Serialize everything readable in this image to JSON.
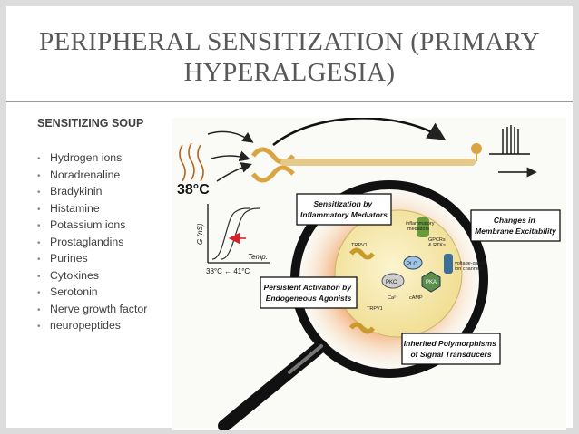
{
  "slide": {
    "title_line1": "PERIPHERAL SENSITIZATION (PRIMARY",
    "title_line2": "HYPERALGESIA)",
    "subhead": "SENSITIZING SOUP",
    "bullets": [
      "Hydrogen ions",
      "Noradrenaline",
      "Bradykinin",
      "Histamine",
      "Potassium ions",
      "Prostaglandins",
      "Purines",
      "Cytokines",
      "Serotonin",
      "Nerve growth factor",
      "neuropeptides"
    ]
  },
  "figure": {
    "temp_big": "38°C",
    "y_axis": "G (nS)",
    "x_axis": "Temp.",
    "temp_range": "38°C ← 41°C",
    "box_sensitization": [
      "Sensitization by",
      "Inflammatory Mediators"
    ],
    "box_excitability": [
      "Changes in",
      "Membrane Excitability"
    ],
    "box_persistent": [
      "Persistent Activation by",
      "Endogeneous Agonists"
    ],
    "box_inherited": [
      "Inherited Polymorphisms",
      "of Signal Transducers"
    ],
    "lbl_inflammatory": [
      "inflammatory",
      "mediators"
    ],
    "lbl_gpcrs": [
      "GPCRs",
      "& RTKs"
    ],
    "lbl_voltage": [
      "voltage-gated",
      "ion channels"
    ],
    "lbl_trpv1_top": "TRPV1",
    "lbl_trpv1_bot": "TRPV1",
    "lbl_pkc": "PKC",
    "lbl_pka": "PKA",
    "lbl_ca": "Ca²⁺",
    "lbl_camp": "cAMP",
    "lbl_plc": "PLC"
  },
  "colors": {
    "title": "#595959",
    "nerve": "#d9a441",
    "box_border": "#1a1a1a",
    "inflammation": "#e8502a"
  }
}
